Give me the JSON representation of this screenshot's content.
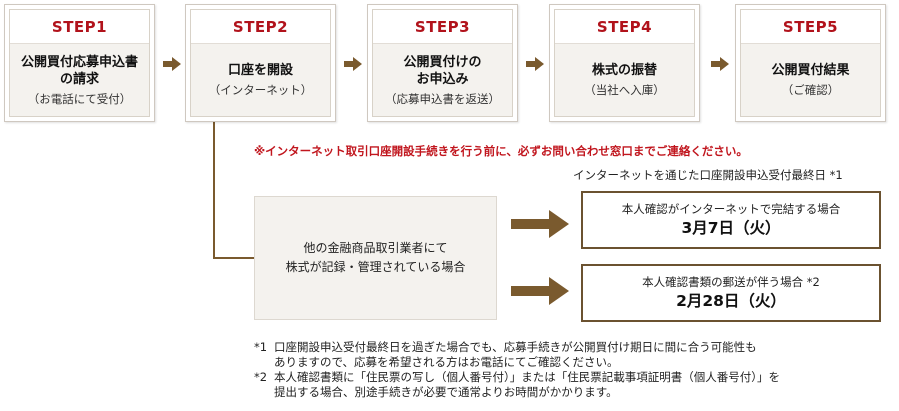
{
  "steps": [
    {
      "label": "STEP1",
      "title": "公開買付応募申込書\nの請求",
      "sub": "（お電話にて受付）"
    },
    {
      "label": "STEP2",
      "title": "口座を開設",
      "sub": "（インターネット）"
    },
    {
      "label": "STEP3",
      "title": "公開買付けの\nお申込み",
      "sub": "（応募申込書を返送）"
    },
    {
      "label": "STEP4",
      "title": "株式の振替",
      "sub": "（当社へ入庫）"
    },
    {
      "label": "STEP5",
      "title": "公開買付結果",
      "sub": "（ご確認）"
    }
  ],
  "warning": "※インターネット取引口座開設手続きを行う前に、必ずお問い合わせ窓口までご連絡ください。",
  "deadline_title": "インターネットを通じた口座開設申込受付最終日 *1",
  "main_box": {
    "line1": "他の金融商品取引業者にて",
    "line2": "株式が記録・管理されている場合"
  },
  "results": [
    {
      "line1": "本人確認がインターネットで完結する場合",
      "line2": "3月7日（火）"
    },
    {
      "line1": "本人確認書類の郵送が伴う場合 *2",
      "line2": "2月28日（火）"
    }
  ],
  "notes": [
    {
      "mark": "*1",
      "text": "口座開設申込受付最終日を過ぎた場合でも、応募手続きが公開買付け期日に間に合う可能性も\nありますので、応募を希望される方はお電話にてご確認ください。"
    },
    {
      "mark": "*2",
      "text": "本人確認書類に「住民票の写し（個人番号付）」または「住民票記載事項証明書（個人番号付）」を\n提出する場合、別途手続きが必要で通常よりお時間がかかります。"
    }
  ],
  "colors": {
    "accent": "#b1121b",
    "arrow": "#7a5a2e",
    "box_border": "#6b5230"
  }
}
